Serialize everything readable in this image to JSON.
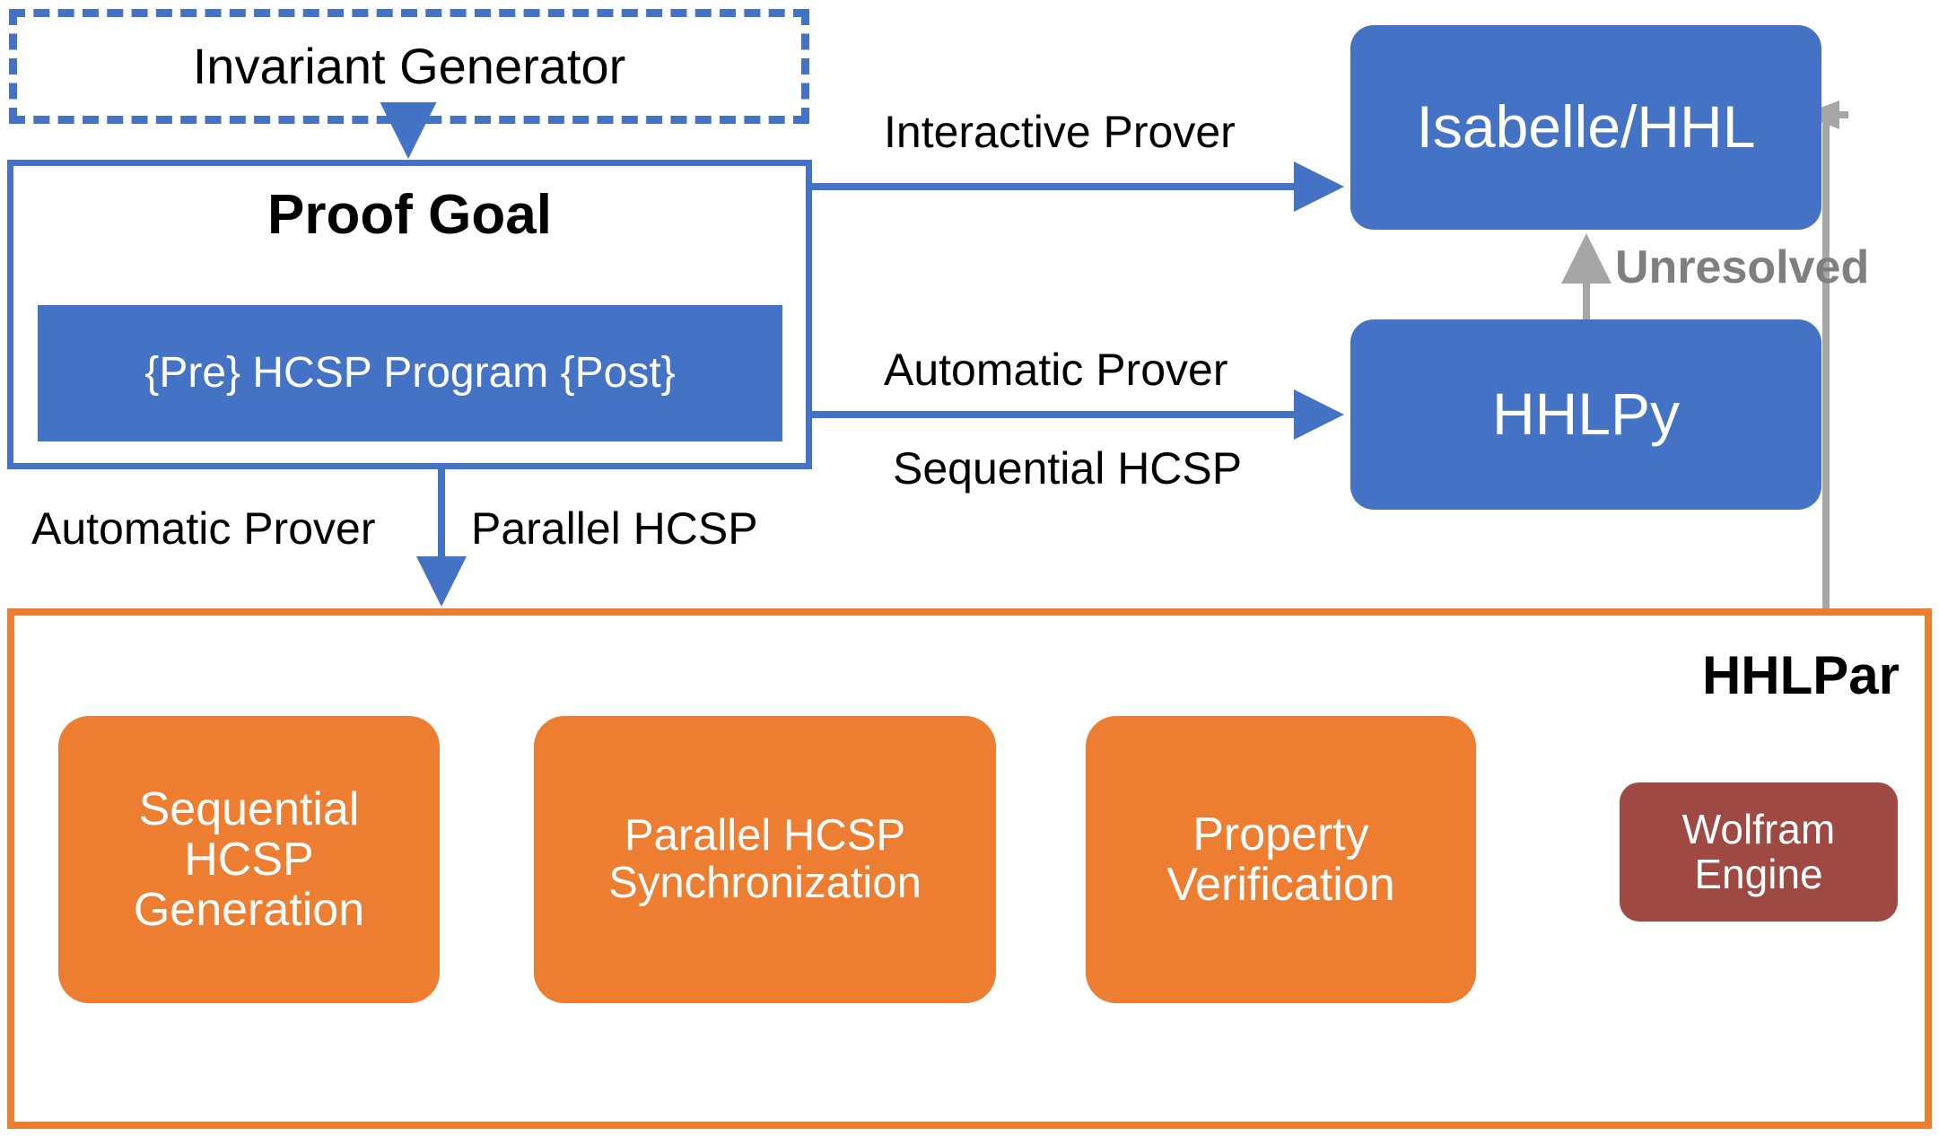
{
  "diagram": {
    "title": "HHLPar verification framework architecture",
    "colors": {
      "blue": "#4472C4",
      "orange": "#ED7D31",
      "dark_red": "#9E4A43",
      "grey": "#A6A6A6",
      "grey_text": "#7F7F7F",
      "black": "#000000",
      "white": "#FFFFFF"
    }
  },
  "nodes": {
    "invariant_generator": "Invariant Generator",
    "proof_goal_title": "Proof Goal",
    "proof_goal_program": "{Pre} HCSP Program {Post}",
    "isabelle_hhl": "Isabelle/HHL",
    "hhlpy": "HHLPy",
    "hhlpar_title": "HHLPar",
    "sequential_hcsp_generation": "Sequential\nHCSP\nGeneration",
    "parallel_hcsp_synchronization": "Parallel HCSP\nSynchronization",
    "property_verification": "Property\nVerification",
    "wolfram_engine": "Wolfram\nEngine"
  },
  "edge_labels": {
    "interactive_prover": "Interactive Prover",
    "automatic_prover_sequential": "Automatic Prover",
    "sequential_hcsp": "Sequential HCSP",
    "automatic_prover_parallel": "Automatic Prover",
    "parallel_hcsp": "Parallel HCSP",
    "unresolved": "Unresolved"
  }
}
